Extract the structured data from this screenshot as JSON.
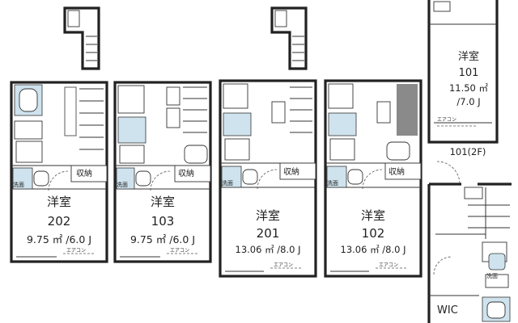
{
  "units": [
    {
      "id": "202",
      "room": "洋室",
      "number": "202",
      "area": "9.75 ㎡ /6.0 J",
      "storage": "収納",
      "wash": "洗面",
      "ac": "エアコン"
    },
    {
      "id": "103",
      "room": "洋室",
      "number": "103",
      "area": "9.75 ㎡ /6.0 J",
      "storage": "収納",
      "wash": "洗面",
      "ac": "エアコン"
    },
    {
      "id": "201",
      "room": "洋室",
      "number": "201",
      "area": "13.06 ㎡ /8.0 J",
      "storage": "収納",
      "wash": "洗面",
      "ac": "エアコン"
    },
    {
      "id": "102",
      "room": "洋室",
      "number": "102",
      "area": "13.06 ㎡ /8.0 J",
      "storage": "収納",
      "wash": "洗面",
      "ac": "エアコン"
    }
  ],
  "unit101": {
    "room": "洋室",
    "number": "101",
    "area": "11.50 ㎡",
    "area2": "/7.0 J",
    "ac": "エアコン"
  },
  "floor_label": "101(2F)",
  "right_bottom": {
    "wash": "洗面",
    "wic": "WIC"
  }
}
